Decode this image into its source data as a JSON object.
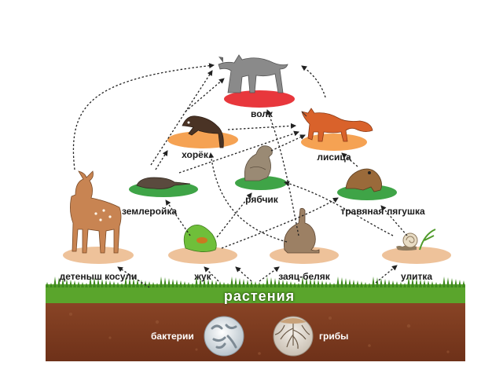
{
  "nodes": [
    {
      "id": "wolf",
      "label": "волк",
      "disk": "red",
      "icon": "wolf-icon"
    },
    {
      "id": "fox",
      "label": "лисица",
      "disk": "orange",
      "icon": "fox-icon"
    },
    {
      "id": "ferret",
      "label": "хорёк",
      "disk": "orange",
      "icon": "ferret-icon"
    },
    {
      "id": "shrew",
      "label": "землеройка",
      "disk": "green",
      "icon": "shrew-icon"
    },
    {
      "id": "grouse",
      "label": "рябчик",
      "disk": "green",
      "icon": "grouse-icon"
    },
    {
      "id": "frog",
      "label": "травяная лягушка",
      "disk": "green",
      "icon": "frog-icon"
    },
    {
      "id": "fawn",
      "label": "детеныш косули",
      "disk": "tan",
      "icon": "fawn-icon"
    },
    {
      "id": "beetle",
      "label": "жук",
      "disk": "tan",
      "icon": "beetle-icon"
    },
    {
      "id": "hare",
      "label": "заяц-беляк",
      "disk": "tan",
      "icon": "hare-icon"
    },
    {
      "id": "snail",
      "label": "улитка",
      "disk": "tan",
      "icon": "snail-icon"
    }
  ],
  "base": {
    "plants": "растения",
    "bacteria": "бактерии",
    "fungi": "грибы"
  },
  "colors": {
    "red": "#e8373c",
    "orange": "#f5a253",
    "green": "#3fa447",
    "tan": "#eec29a",
    "grass": "#5aa52c",
    "soil": "#7a3b22",
    "arrow": "#222222"
  }
}
